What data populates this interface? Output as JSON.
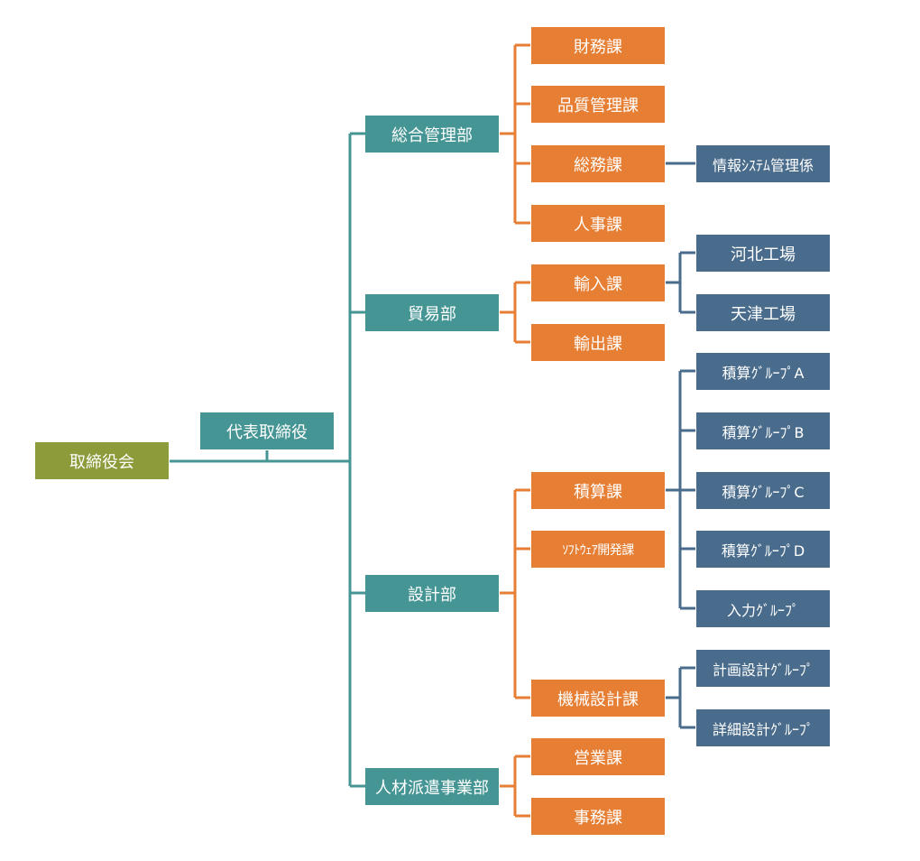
{
  "colors": {
    "board": "#8d9b3a",
    "executive": "#459594",
    "department": "#459594",
    "section": "#e67e33",
    "group": "#4a6c8c",
    "line_orange": "#e67e33",
    "line_teal": "#459594",
    "line_blue": "#4a6c8c"
  },
  "org": {
    "board": "取締役会",
    "executive": "代表取締役",
    "departments": [
      {
        "name": "総合管理部",
        "sections": [
          {
            "name": "財務課",
            "groups": []
          },
          {
            "name": "品質管理課",
            "groups": []
          },
          {
            "name": "総務課",
            "groups": [
              "情報ｼｽﾃﾑ管理係"
            ]
          },
          {
            "name": "人事課",
            "groups": []
          }
        ]
      },
      {
        "name": "貿易部",
        "sections": [
          {
            "name": "輸入課",
            "groups": [
              "河北工場",
              "天津工場"
            ]
          },
          {
            "name": "輸出課",
            "groups": []
          }
        ]
      },
      {
        "name": "設計部",
        "sections": [
          {
            "name": "積算課",
            "groups": [
              "積算ｸﾞﾙｰﾌﾟA",
              "積算ｸﾞﾙｰﾌﾟB",
              "積算ｸﾞﾙｰﾌﾟC",
              "積算ｸﾞﾙｰﾌﾟD",
              "入力ｸﾞﾙｰﾌﾟ"
            ]
          },
          {
            "name": "ｿﾌﾄｳｪｱ開発課",
            "groups": []
          },
          {
            "name": "機械設計課",
            "groups": [
              "計画設計ｸﾞﾙｰﾌﾟ",
              "詳細設計ｸﾞﾙｰﾌﾟ"
            ]
          }
        ]
      },
      {
        "name": "人材派遣事業部",
        "sections": [
          {
            "name": "営業課",
            "groups": []
          },
          {
            "name": "事務課",
            "groups": []
          }
        ]
      }
    ]
  }
}
